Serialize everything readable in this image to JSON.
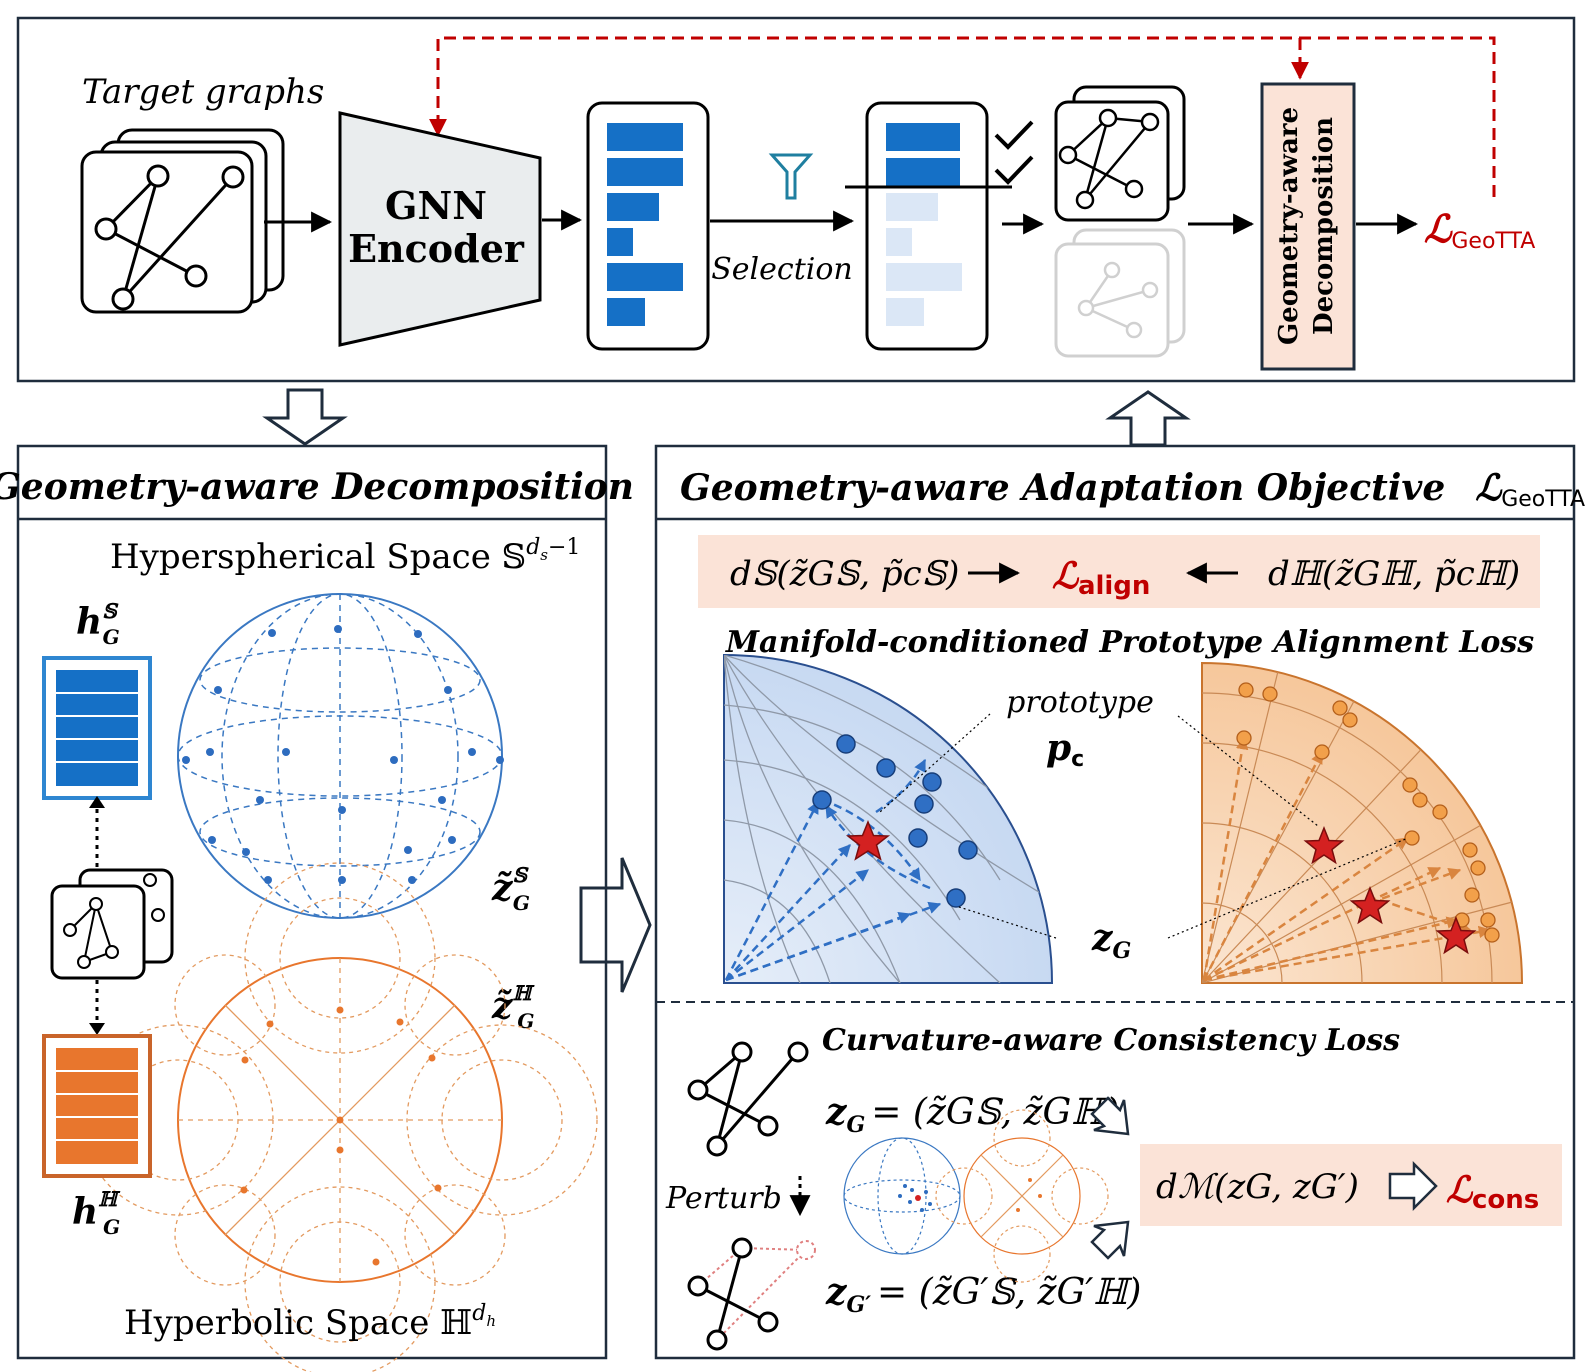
{
  "pipeline": {
    "target_graphs_label": "Target graphs",
    "encoder_label_line1": "GNN",
    "encoder_label_line2": "Encoder",
    "selection_label": "Selection",
    "decomp_box_line1": "Geometry-aware",
    "decomp_box_line2": "Decomposition",
    "loss_symbol": "ℒ",
    "loss_subscript": "GeoTTA"
  },
  "decomposition_panel": {
    "title": "Geometry-aware Decomposition",
    "sphere_label": "Hyperspherical Space 𝕊",
    "sphere_sup": "d",
    "sphere_sup_sub": "s",
    "sphere_sup_rest": "−1",
    "h_s_main": "h",
    "h_s_sup": "𝕊",
    "h_s_sub": "G",
    "z_s_main": "z̃",
    "z_s_sup": "𝕊",
    "z_s_sub": "G",
    "z_h_main": "z̃",
    "z_h_sup": "ℍ",
    "z_h_sub": "G",
    "h_h_main": "h",
    "h_h_sup": "ℍ",
    "h_h_sub": "G",
    "hyperbolic_label": "Hyperbolic Space ℍ",
    "hyperbolic_sup": "d",
    "hyperbolic_sup_sub": "h"
  },
  "objective_panel": {
    "title": "Geometry-aware Adaptation Objective",
    "title_loss": "ℒ",
    "title_loss_sub": "GeoTTA",
    "align_left": "d𝕊(z̃G𝕊, p̃c𝕊)",
    "align_loss": "ℒ",
    "align_loss_sub": "align",
    "align_right": "dℍ(z̃Gℍ, p̃cℍ)",
    "align_section_title": "Manifold-conditioned Prototype Alignment Loss",
    "prototype_label": "prototype",
    "prototype_symbol": "p",
    "prototype_sub": "c",
    "zg_symbol": "z",
    "zg_sub": "G",
    "consistency_title": "Curvature-aware Consistency Loss",
    "zg_eq": "z",
    "zg_eq_sub": "G",
    "zg_eq_rhs": "= (z̃G𝕊, z̃Gℍ)",
    "perturb_label": "Perturb",
    "zg2_eq": "z",
    "zg2_eq_sub": "G′",
    "zg2_eq_rhs": "= (z̃G′𝕊, z̃G′ℍ)",
    "cons_lhs": "dℳ(zG, zG′)",
    "cons_loss": "ℒ",
    "cons_loss_sub": "cons"
  },
  "colors": {
    "accent_red": "#c00000",
    "blue": "#0f6ec7",
    "orange": "#e8762d",
    "box_fill": "#fbe3d7"
  }
}
